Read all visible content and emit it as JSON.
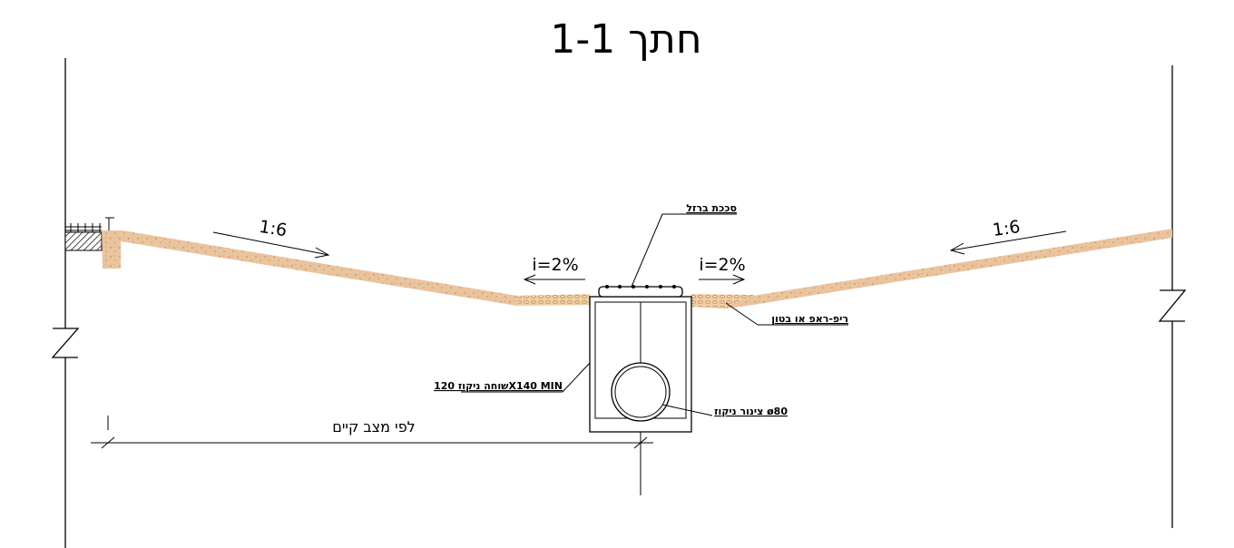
{
  "drawing": {
    "title": "חתך 1-1",
    "slope_left": "1:6",
    "slope_right": "1:6",
    "grade_left": "i=2%",
    "grade_right": "i=2%",
    "grate_label": "סככת ברזל",
    "riprap_label": "ריפ-ראפ או בטון",
    "manhole_label": "שוחה ניקוז 120X140 MIN",
    "pipe_label": "צינור ניקוז ø80",
    "dimension_label": "לפי מצב קיים",
    "colors": {
      "soil_fill": "#e9c49e",
      "soil_speckle": "#c9915c",
      "line": "#000000",
      "background": "#ffffff"
    }
  }
}
